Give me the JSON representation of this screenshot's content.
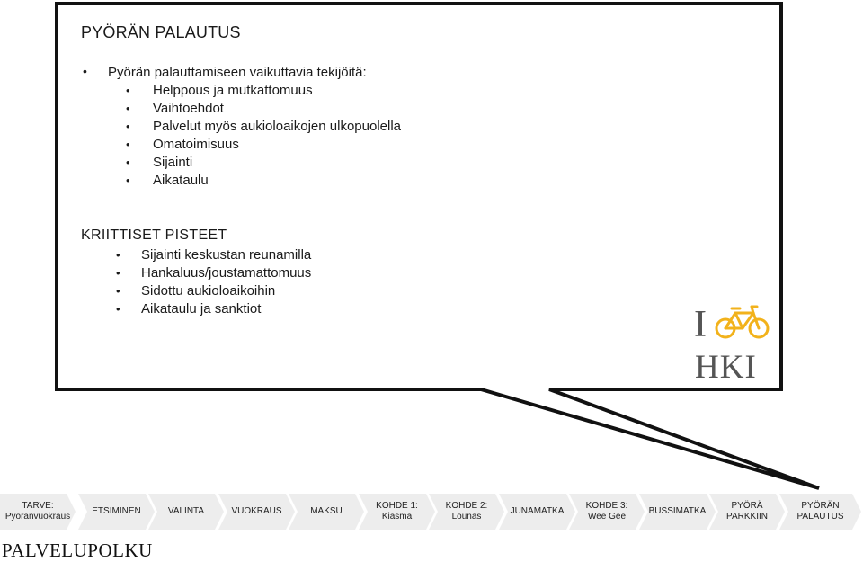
{
  "bubble": {
    "title": "PYÖRÄN PALAUTUS",
    "section1": {
      "heading": "Pyörän palauttamiseen vaikuttavia tekijöitä:",
      "items": [
        "Helppous ja mutkattomuus",
        "Vaihtoehdot",
        "Palvelut myös aukioloaikojen ulkopuolella",
        "Omatoimisuus",
        "Sijainti",
        "Aikataulu"
      ]
    },
    "section2": {
      "heading": "KRIITTISET PISTEET",
      "items": [
        "Sijainti keskustan reunamilla",
        "Hankaluus/joustamattomuus",
        "Sidottu aukioloaikoihin",
        "Aikataulu ja sanktiot"
      ]
    }
  },
  "logo": {
    "line1": "I",
    "line2": "HKI",
    "icon": "bicycle-icon",
    "color": "#f2b21b"
  },
  "process": {
    "steps": [
      "TARVE:\nPyöränvuokraus",
      "ETSIMINEN",
      "VALINTA",
      "VUOKRAUS",
      "MAKSU",
      "KOHDE 1:\nKiasma",
      "KOHDE 2:\nLounas",
      "JUNAMATKA",
      "KOHDE 3:\nWee Gee",
      "BUSSIMATKA",
      "PYÖRÄ\nPARKKIIN",
      "PYÖRÄN\nPALAUTUS"
    ]
  },
  "footer": {
    "label": "PALVELUPOLKU"
  }
}
